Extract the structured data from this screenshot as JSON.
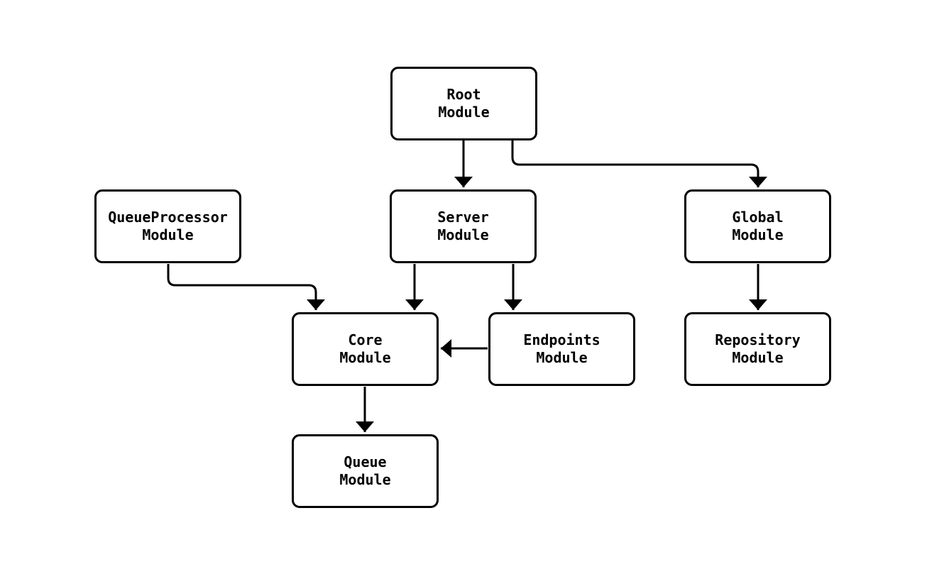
{
  "diagram": {
    "type": "module-dependency-graph",
    "background_color": "#ffffff",
    "stroke_color": "#000000",
    "text_color": "#000000"
  },
  "nodes": [
    {
      "id": "root",
      "label": "Root\nModule"
    },
    {
      "id": "queueprocessor",
      "label": "QueueProcessor\nModule"
    },
    {
      "id": "server",
      "label": "Server\nModule"
    },
    {
      "id": "global",
      "label": "Global\nModule"
    },
    {
      "id": "core",
      "label": "Core\nModule"
    },
    {
      "id": "endpoints",
      "label": "Endpoints\nModule"
    },
    {
      "id": "repository",
      "label": "Repository\nModule"
    },
    {
      "id": "queue",
      "label": "Queue\nModule"
    }
  ],
  "edges": [
    {
      "from": "Root Module",
      "to": "Server Module"
    },
    {
      "from": "Root Module",
      "to": "Global Module"
    },
    {
      "from": "QueueProcessor Module",
      "to": "Core Module"
    },
    {
      "from": "Server Module",
      "to": "Core Module"
    },
    {
      "from": "Server Module",
      "to": "Endpoints Module"
    },
    {
      "from": "Endpoints Module",
      "to": "Core Module"
    },
    {
      "from": "Global Module",
      "to": "Repository Module"
    },
    {
      "from": "Core Module",
      "to": "Queue Module"
    }
  ]
}
